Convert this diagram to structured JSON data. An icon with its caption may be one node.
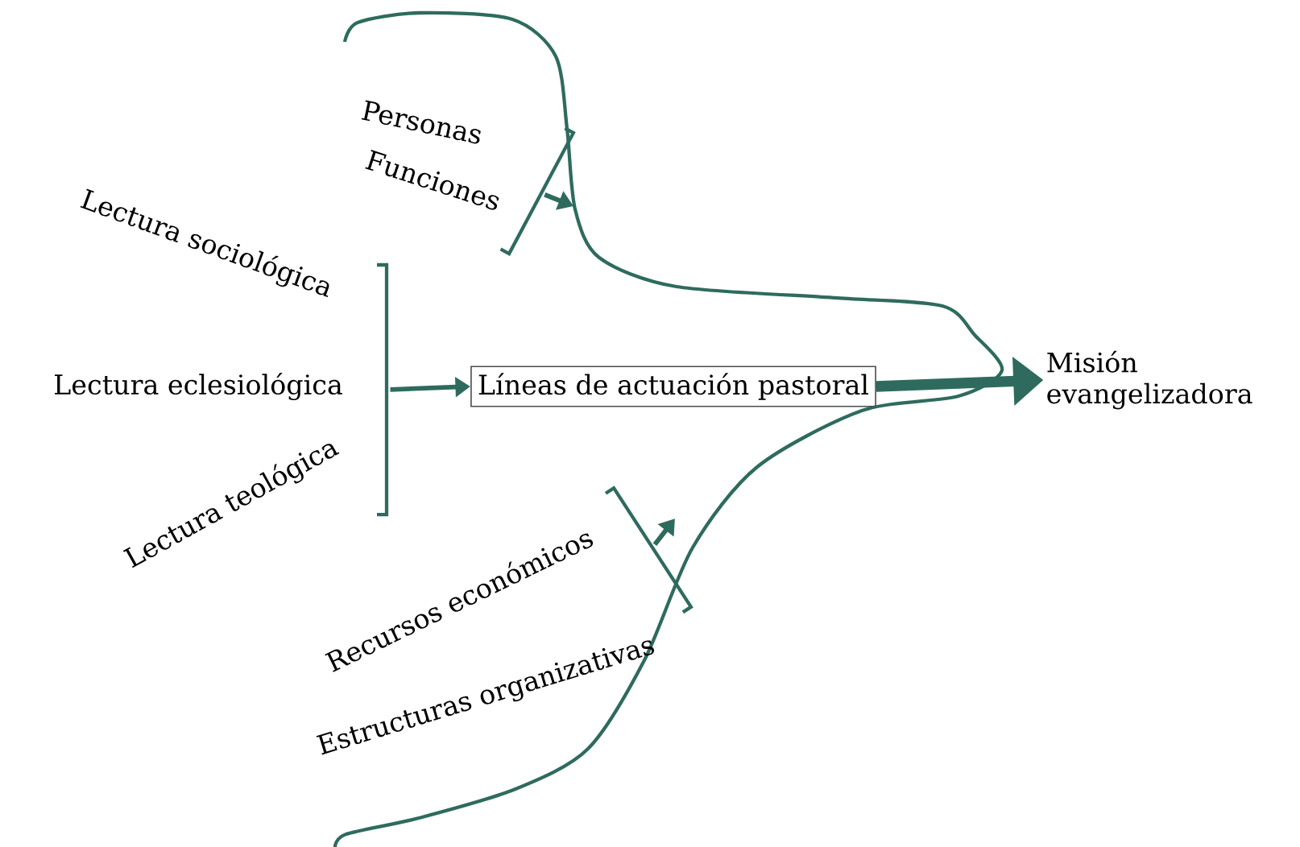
{
  "diagram": {
    "nodes": [
      {
        "text": [
          "Personas"
        ]
      },
      {
        "text": [
          "Funciones"
        ]
      },
      {
        "text": [
          "Lectura sociológica"
        ]
      },
      {
        "text": [
          "Lectura eclesiológica"
        ]
      },
      {
        "text": [
          "Lectura teológica"
        ]
      },
      {
        "text": [
          "Líneas de actuación pastoral"
        ]
      },
      {
        "text": [
          "Misión evangelizadora"
        ]
      },
      {
        "text": [
          "Recursos económicos"
        ]
      },
      {
        "text": [
          "Estructuras organizativas"
        ]
      },
      {
        "text": [],
        "shape": "bracket"
      },
      {
        "text": [],
        "shape": "bracket"
      },
      {
        "text": [],
        "shape": "bracket"
      }
    ],
    "edges": [
      {
        "from": 9,
        "to": null,
        "arrow": "to"
      },
      {
        "from": 10,
        "to": 5,
        "arrow": "to"
      },
      {
        "from": 11,
        "to": null,
        "arrow": "to"
      },
      {
        "from": 5,
        "to": 6,
        "arrow": "to",
        "style": "thick"
      }
    ]
  }
}
